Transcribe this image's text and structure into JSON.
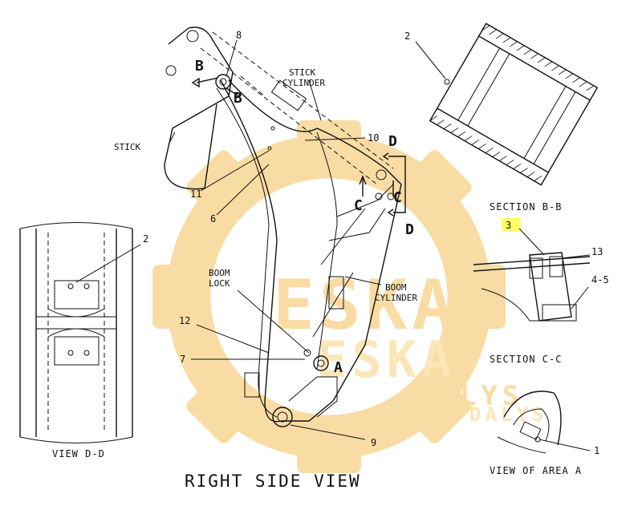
{
  "labels": {
    "n8": "8",
    "b_upper": "B",
    "b_lower": "B",
    "stick_cylinder_1": "STICK",
    "stick_cylinder_2": "CYLINDER",
    "stick": "STICK",
    "n10": "10",
    "d_upper": "D",
    "c_left": "C",
    "c_right": "C",
    "d_lower": "D",
    "n11": "11",
    "n6": "6",
    "boom_lock_1": "BOOM",
    "boom_lock_2": "LOCK",
    "boom_cylinder_1": "BOOM",
    "boom_cylinder_2": "CYLINDER",
    "n12": "12",
    "n7": "7",
    "a": "A",
    "n9": "9",
    "n2_left": "2",
    "n2_right": "2",
    "n3": "3",
    "n13": "13",
    "n45": "4-5",
    "n1": "1",
    "view_dd": "VIEW D-D",
    "section_bb": "SECTION B-B",
    "section_cc": "SECTION C-C",
    "view_area_a": "VIEW OF AREA A",
    "right_side_view": "RIGHT SIDE VIEW"
  },
  "watermark": {
    "line1": "ESKA",
    "line2": "ESKA",
    "line3": "DALYS",
    "line4": "DALYS"
  },
  "colors": {
    "watermark": "#f3c15a",
    "highlight": "#ffff66",
    "ink": "#111111"
  }
}
